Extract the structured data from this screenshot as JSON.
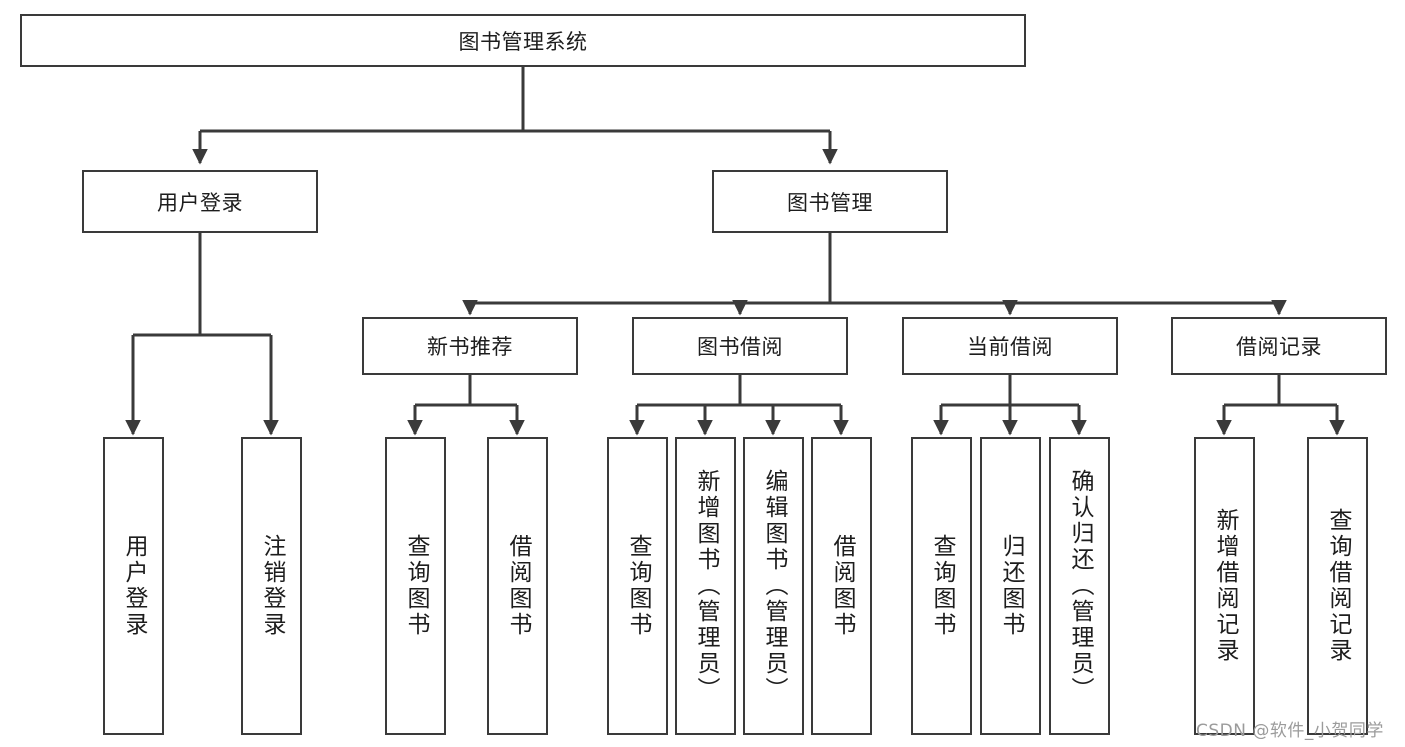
{
  "diagram": {
    "type": "hierarchy-tree",
    "title": "图书管理系统",
    "root": {
      "label": "图书管理系统"
    },
    "level2": [
      {
        "label": "用户登录"
      },
      {
        "label": "图书管理"
      }
    ],
    "level3": [
      {
        "label": "新书推荐"
      },
      {
        "label": "图书借阅"
      },
      {
        "label": "当前借阅"
      },
      {
        "label": "借阅记录"
      }
    ],
    "leaves": {
      "user_login": [
        {
          "label": "用户登录"
        },
        {
          "label": "注销登录"
        }
      ],
      "new_book_recommend": [
        {
          "label": "查询图书"
        },
        {
          "label": "借阅图书"
        }
      ],
      "book_borrow": [
        {
          "label": "查询图书"
        },
        {
          "label": "新增图书（管理员）"
        },
        {
          "label": "编辑图书（管理员）"
        },
        {
          "label": "借阅图书"
        }
      ],
      "current_borrow": [
        {
          "label": "查询图书"
        },
        {
          "label": "归还图书"
        },
        {
          "label": "确认归还（管理员）"
        }
      ],
      "borrow_record": [
        {
          "label": "新增借阅记录"
        },
        {
          "label": "查询借阅记录"
        }
      ]
    },
    "colors": {
      "stroke": "#3a3a3a",
      "fill": "#ffffff",
      "text": "#1d1d1d",
      "watermark": "#9b9b9b"
    }
  },
  "watermark": {
    "text": "CSDN @软件_小贺同学"
  }
}
